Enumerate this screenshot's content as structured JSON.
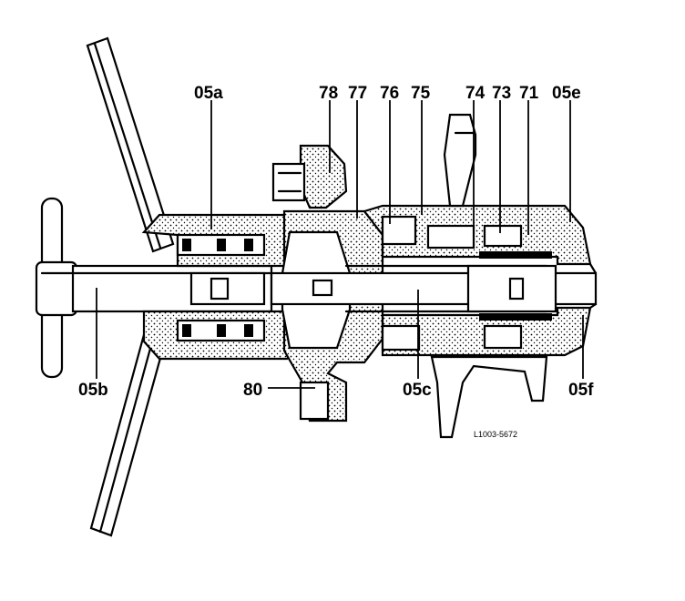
{
  "labels": {
    "l_05a": "05a",
    "l_78": "78",
    "l_77": "77",
    "l_76": "76",
    "l_75": "75",
    "l_74": "74",
    "l_73": "73",
    "l_71": "71",
    "l_05e": "05e",
    "l_05b": "05b",
    "l_80": "80",
    "l_05c": "05c",
    "l_05f": "05f"
  },
  "figure_code": "L1003-5672"
}
